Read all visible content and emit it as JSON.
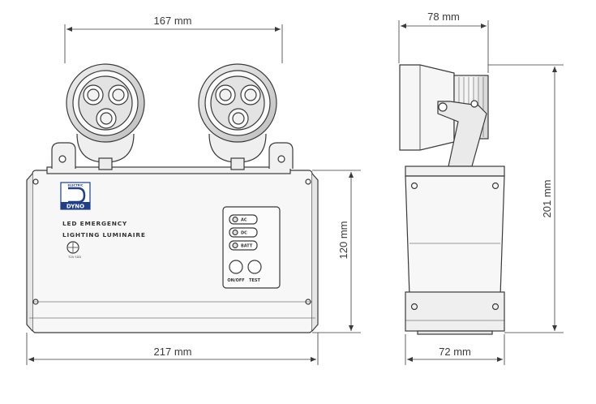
{
  "dimensions": {
    "top_width": "167 mm",
    "side_depth_top": "78 mm",
    "front_height": "120 mm",
    "side_height": "201 mm",
    "bottom_width": "217 mm",
    "side_depth_bottom": "72 mm"
  },
  "product": {
    "brand_top": "ELECTRIC",
    "brand": "DYNO",
    "name_line1": "LED EMERGENCY",
    "name_line2": "LIGHTING LUMINAIRE",
    "cert_mark_text": "TÜV SÜD"
  },
  "panel": {
    "indicators": [
      "AC",
      "DC",
      "BATT"
    ],
    "buttons": [
      "ON/OFF",
      "TEST"
    ]
  },
  "colors": {
    "line": "#3a3a3a",
    "body_fill": "#f4f4f4",
    "logo_blue": "#1f3f8c",
    "shade": "#d9d9d9"
  }
}
